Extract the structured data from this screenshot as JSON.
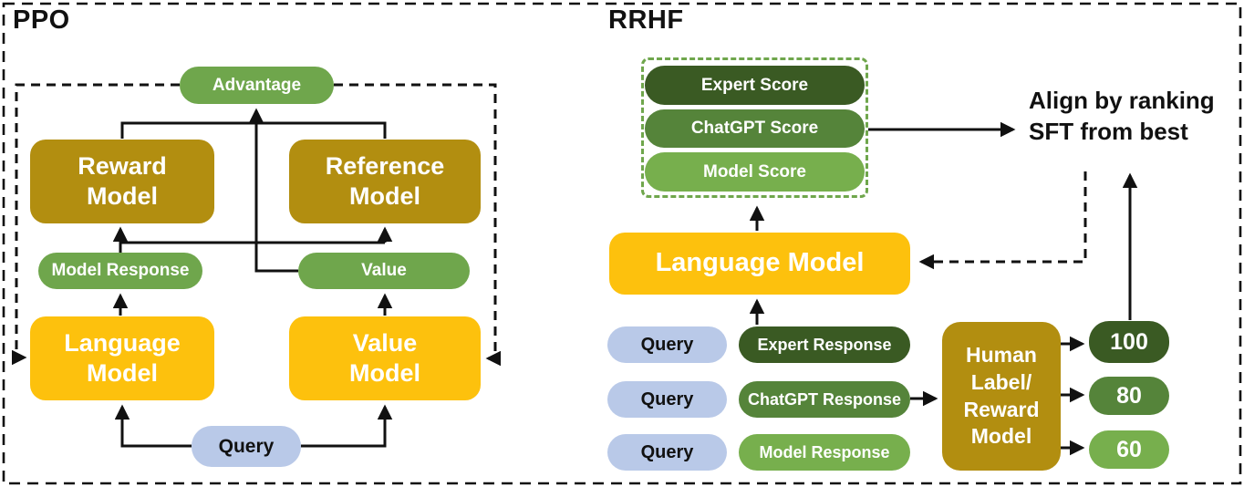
{
  "colors": {
    "ink": "#111111",
    "gold": "#B28E10",
    "yellow": "#FDC10D",
    "blue": "#B9C9E8",
    "greenppo": "#6FA64C",
    "greendark": "#3A5A23",
    "greenmid": "#55843A",
    "greenlight": "#77AF4D"
  },
  "ppo": {
    "title": "PPO",
    "advantage": "Advantage",
    "reward_model": "Reward\nModel",
    "reference_model": "Reference\nModel",
    "model_response": "Model Response",
    "value": "Value",
    "language_model": "Language\nModel",
    "value_model": "Value\nModel",
    "query": "Query"
  },
  "rrhf": {
    "title": "RRHF",
    "expert_score": "Expert Score",
    "chatgpt_score": "ChatGPT Score",
    "model_score": "Model Score",
    "align_note": "Align by ranking\nSFT from best",
    "language_model": "Language Model",
    "query_1": "Query",
    "query_2": "Query",
    "query_3": "Query",
    "expert_response": "Expert Response",
    "chatgpt_response": "ChatGPT Response",
    "model_response": "Model Response",
    "human_reward": "Human\nLabel/\nReward\nModel",
    "score_100": "100",
    "score_80": "80",
    "score_60": "60"
  }
}
